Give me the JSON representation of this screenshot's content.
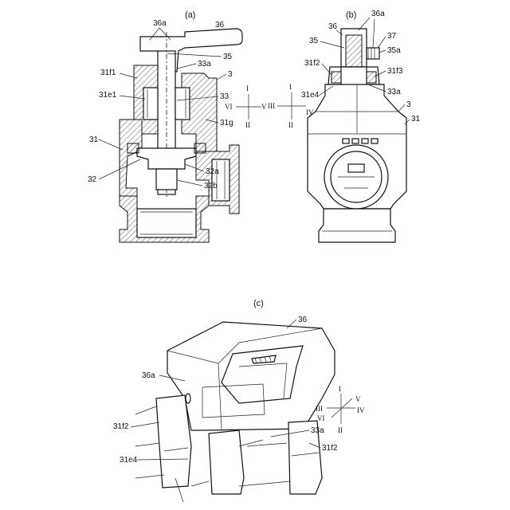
{
  "panels": {
    "a": {
      "caption": "(a)",
      "labels": [
        "36a",
        "36",
        "35",
        "33a",
        "31f1",
        "3",
        "31e1",
        "33",
        "31g",
        "31",
        "32",
        "32a",
        "32b"
      ],
      "axes": {
        "up": "I",
        "down": "II",
        "left": "VI",
        "right": "V"
      }
    },
    "b": {
      "caption": "(b)",
      "labels": [
        "36a",
        "36",
        "37",
        "35",
        "35a",
        "31f2",
        "31f3",
        "31e4",
        "33a",
        "3",
        "31"
      ],
      "axes": {
        "up": "I",
        "down": "II",
        "left": "III",
        "right": "IV"
      }
    },
    "c": {
      "caption": "(c)",
      "labels": [
        "36",
        "36a",
        "31f2",
        "33a",
        "31f2",
        "31e4"
      ],
      "axes": {
        "up": "I",
        "down": "II",
        "left": "III",
        "right": "IV",
        "upper_right": "V",
        "lower_left": "VI"
      }
    }
  }
}
